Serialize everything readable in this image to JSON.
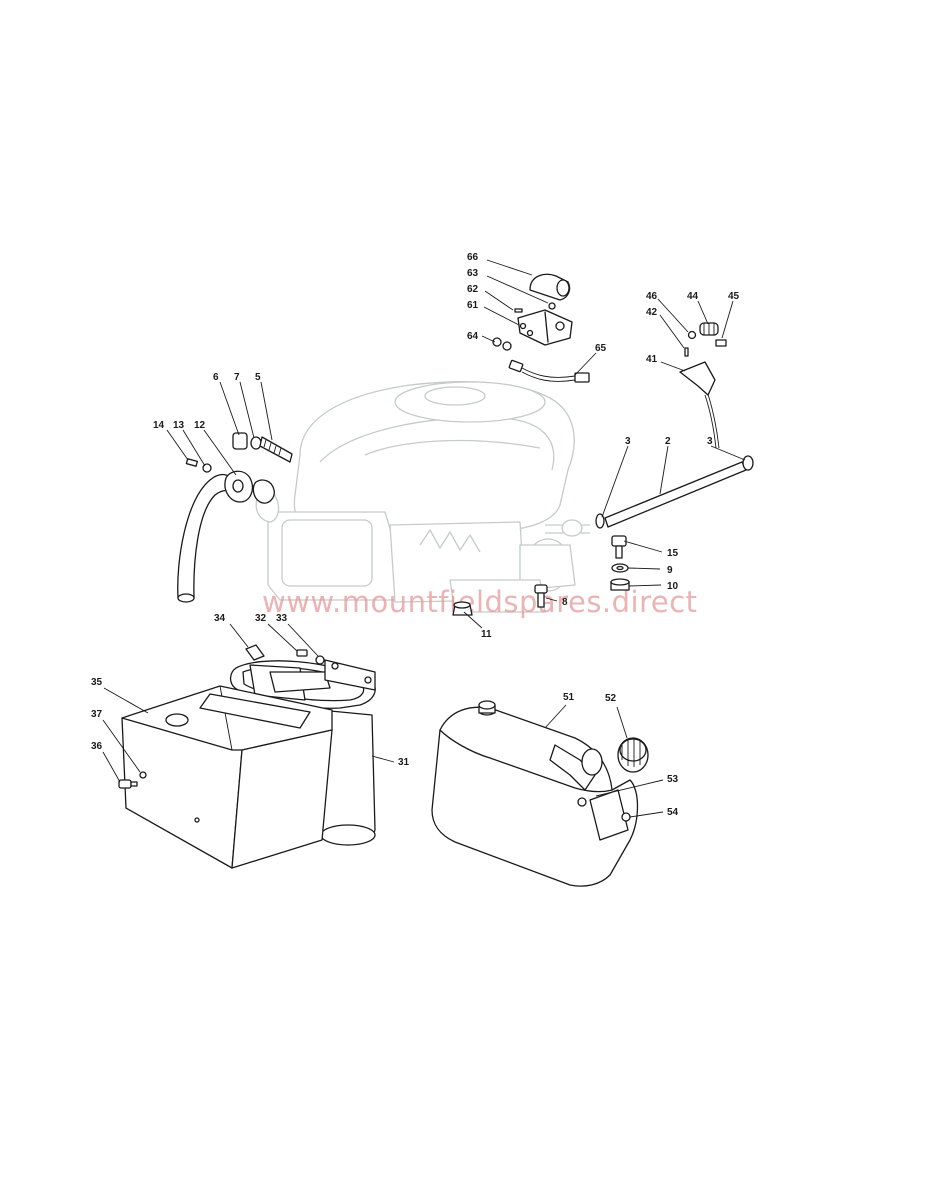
{
  "watermark": "www.mountfieldspares.direct",
  "labels": {
    "p2": "2",
    "p3a": "3",
    "p3b": "3",
    "p5": "5",
    "p6": "6",
    "p7": "7",
    "p8": "8",
    "p9": "9",
    "p10": "10",
    "p11": "11",
    "p12": "12",
    "p13": "13",
    "p14": "14",
    "p15": "15",
    "p31": "31",
    "p32": "32",
    "p33": "33",
    "p34": "34",
    "p35": "35",
    "p36": "36",
    "p37": "37",
    "p41": "41",
    "p42": "42",
    "p44": "44",
    "p45": "45",
    "p46": "46",
    "p51": "51",
    "p52": "52",
    "p53": "53",
    "p54": "54",
    "p61": "61",
    "p62": "62",
    "p63": "63",
    "p64": "64",
    "p65": "65",
    "p66": "66"
  }
}
